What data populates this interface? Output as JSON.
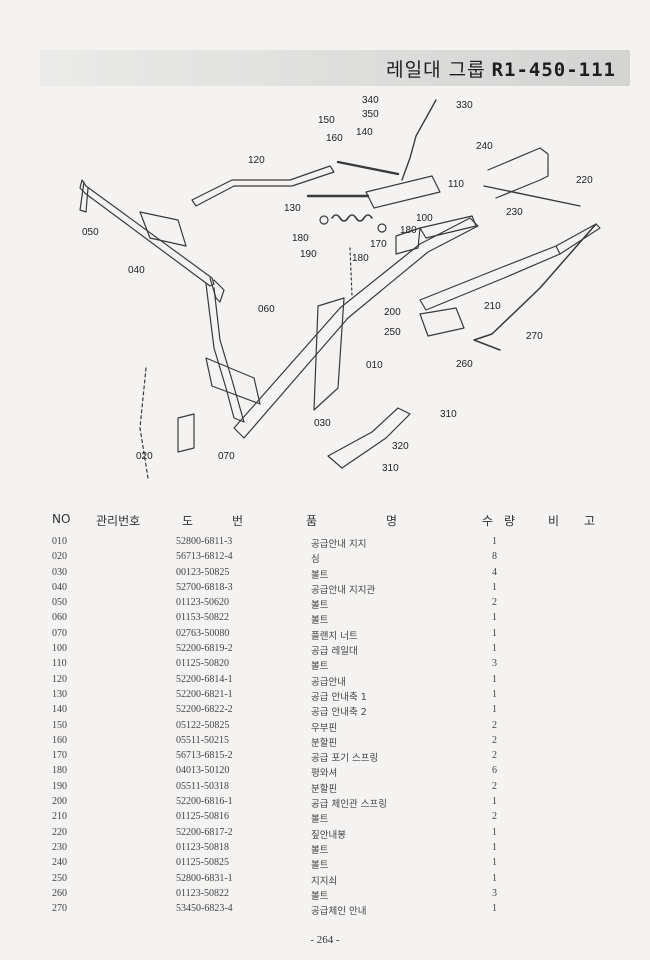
{
  "header": {
    "title_kr": "레일대 그룹",
    "code": "R1-450-111"
  },
  "diagram": {
    "callouts": {
      "c340": "340",
      "c350": "350",
      "c330": "330",
      "c150": "150",
      "c160": "160",
      "c140": "140",
      "c120": "120",
      "c240": "240",
      "c220": "220",
      "c110": "110",
      "c130": "130",
      "c100": "100",
      "c230": "230",
      "c050": "050",
      "c180a": "180",
      "c180b": "180",
      "c170": "170",
      "c190": "190",
      "c180c": "180",
      "c040": "040",
      "c200": "200",
      "c210": "210",
      "c060": "060",
      "c250": "250",
      "c270": "270",
      "c010": "010",
      "c260": "260",
      "c310a": "310",
      "c030": "030",
      "c320": "320",
      "c020": "020",
      "c070": "070",
      "c310b": "310"
    }
  },
  "table": {
    "headers": {
      "no": "NO",
      "mgmt": "관리번호",
      "drawing_1": "도",
      "drawing_2": "번",
      "item_1": "품",
      "item_2": "명",
      "qty_1": "수",
      "qty_2": "량",
      "remark_1": "비",
      "remark_2": "고"
    },
    "rows": [
      {
        "no": "010",
        "part": "52800-6811-3",
        "name": "공급안내 지지",
        "qty": "1"
      },
      {
        "no": "020",
        "part": "56713-6812-4",
        "name": "심",
        "qty": "8"
      },
      {
        "no": "030",
        "part": "00123-50825",
        "name": "볼트",
        "qty": "4"
      },
      {
        "no": "040",
        "part": "52700-6818-3",
        "name": "공급안내 지지관",
        "qty": "1"
      },
      {
        "no": "050",
        "part": "01123-50620",
        "name": "볼트",
        "qty": "2"
      },
      {
        "no": "060",
        "part": "01153-50822",
        "name": "볼트",
        "qty": "1"
      },
      {
        "no": "070",
        "part": "02763-50080",
        "name": "플랜지 너트",
        "qty": "1"
      },
      {
        "no": "100",
        "part": "52200-6819-2",
        "name": "공급 레일대",
        "qty": "1"
      },
      {
        "no": "110",
        "part": "01125-50820",
        "name": "볼트",
        "qty": "3"
      },
      {
        "no": "120",
        "part": "52200-6814-1",
        "name": "공급안내",
        "qty": "1"
      },
      {
        "no": "130",
        "part": "52200-6821-1",
        "name": "공급 안내축 1",
        "qty": "1"
      },
      {
        "no": "140",
        "part": "52200-6822-2",
        "name": "공급 안내축 2",
        "qty": "1"
      },
      {
        "no": "150",
        "part": "05122-50825",
        "name": "우부핀",
        "qty": "2"
      },
      {
        "no": "160",
        "part": "05511-50215",
        "name": "분할핀",
        "qty": "2"
      },
      {
        "no": "170",
        "part": "56713-6815-2",
        "name": "공급 포기 스프링",
        "qty": "2"
      },
      {
        "no": "180",
        "part": "04013-50120",
        "name": "평와셔",
        "qty": "6"
      },
      {
        "no": "190",
        "part": "05511-50318",
        "name": "분할핀",
        "qty": "2"
      },
      {
        "no": "200",
        "part": "52200-6816-1",
        "name": "공급 체인관 스프링",
        "qty": "1"
      },
      {
        "no": "210",
        "part": "01125-50816",
        "name": "볼트",
        "qty": "2"
      },
      {
        "no": "220",
        "part": "52200-6817-2",
        "name": "짚안내봉",
        "qty": "1"
      },
      {
        "no": "230",
        "part": "01123-50818",
        "name": "볼트",
        "qty": "1"
      },
      {
        "no": "240",
        "part": "01125-50825",
        "name": "볼트",
        "qty": "1"
      },
      {
        "no": "250",
        "part": "52800-6831-1",
        "name": "지지쇠",
        "qty": "1"
      },
      {
        "no": "260",
        "part": "01123-50822",
        "name": "볼트",
        "qty": "3"
      },
      {
        "no": "270",
        "part": "53450-6823-4",
        "name": "공급체인 안내",
        "qty": "1"
      }
    ]
  },
  "footer": {
    "page": "- 264 -"
  }
}
